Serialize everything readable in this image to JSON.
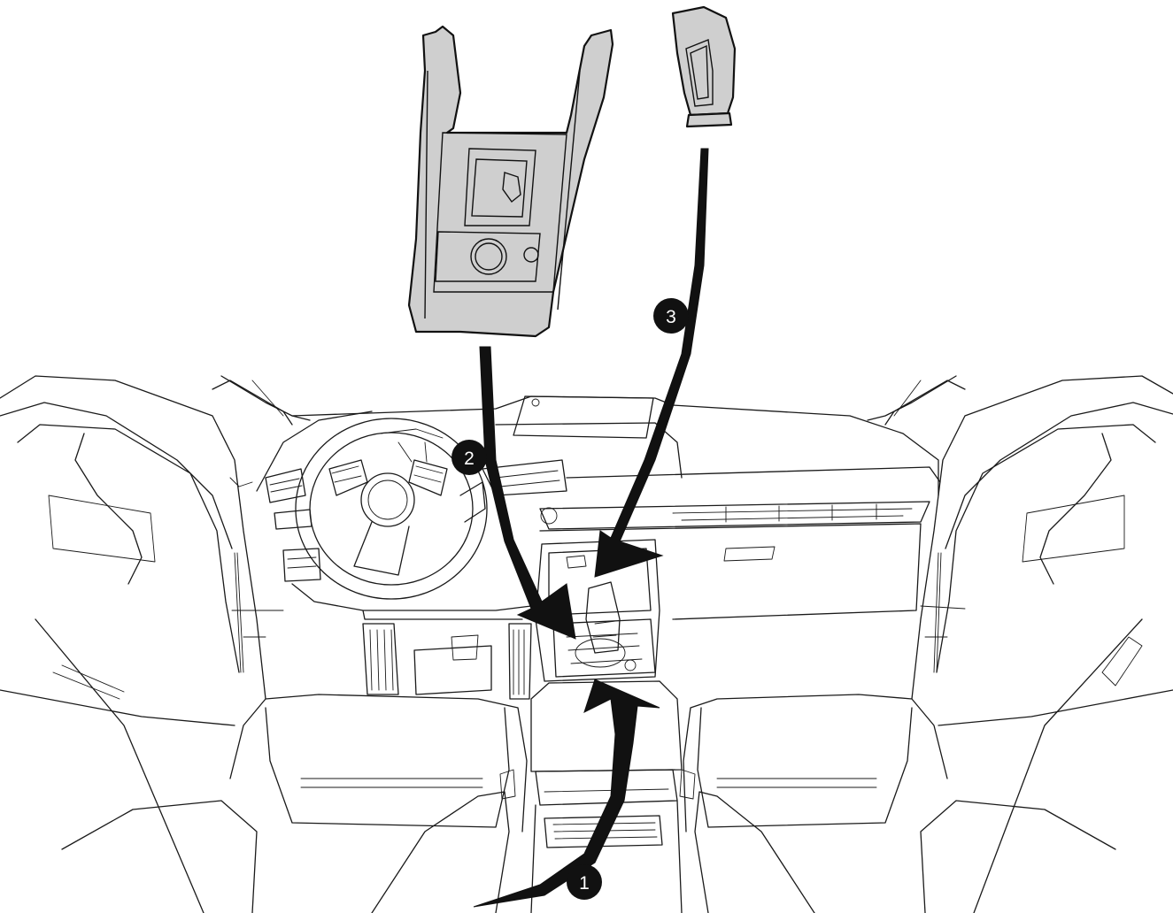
{
  "callouts": [
    {
      "id": "1",
      "label": "1"
    },
    {
      "id": "2",
      "label": "2"
    },
    {
      "id": "3",
      "label": "3"
    }
  ],
  "parts": [
    {
      "name": "console-panel"
    },
    {
      "name": "shift-knob"
    }
  ],
  "colors": {
    "line": "#1a1a1a",
    "part_fill": "#cfcfcf",
    "callout": "#111111",
    "background": "#ffffff"
  }
}
